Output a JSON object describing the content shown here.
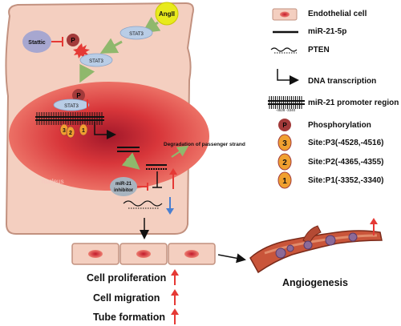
{
  "cell": {
    "ligand": "AngII",
    "stat3_top": "STAT3",
    "stat3_mid": "STAT3",
    "stat3_nuclear": "STAT3",
    "inhibitor": "Stattic",
    "phospho_symbol": "P",
    "nucleus_label": "nucleus",
    "mirna_inhibitor": "miR-21\ninhibitor",
    "degradation": "Degradation of passenger strand",
    "site_numbers": [
      "3",
      "2",
      "1"
    ],
    "promoter_range": "-4528  -3340"
  },
  "legend": {
    "endothelial_cell": "Endothelial cell",
    "mir": "miR-21-5p",
    "pten": "PTEN",
    "dna_transcription": "DNA transcription",
    "promoter_region": "miR-21 promoter region",
    "phosphorylation": "Phosphorylation",
    "site_p3": "Site:P3(-4528,-4516)",
    "site_p2": "Site:P2(-4365,-4355)",
    "site_p1": "Site:P1(-3352,-3340)",
    "symbols": {
      "p": "P",
      "three": "3",
      "two": "2",
      "one": "1"
    }
  },
  "outcomes": {
    "cell_proliferation": "Cell proliferation",
    "cell_migration": "Cell migration",
    "tube_formation": "Tube formation",
    "angiogenesis": "Angiogenesis"
  },
  "colors": {
    "cell_fill": "#f4cfc0",
    "cell_border": "#c2917f",
    "nucleus": "#e0403a",
    "stat3": "#b9cde6",
    "phospho": "#a23a3a",
    "site": "#f0a030",
    "arrow_green": "#8fb86c",
    "up_arrow": "#e53935",
    "down_arrow": "#4a7fd0"
  }
}
